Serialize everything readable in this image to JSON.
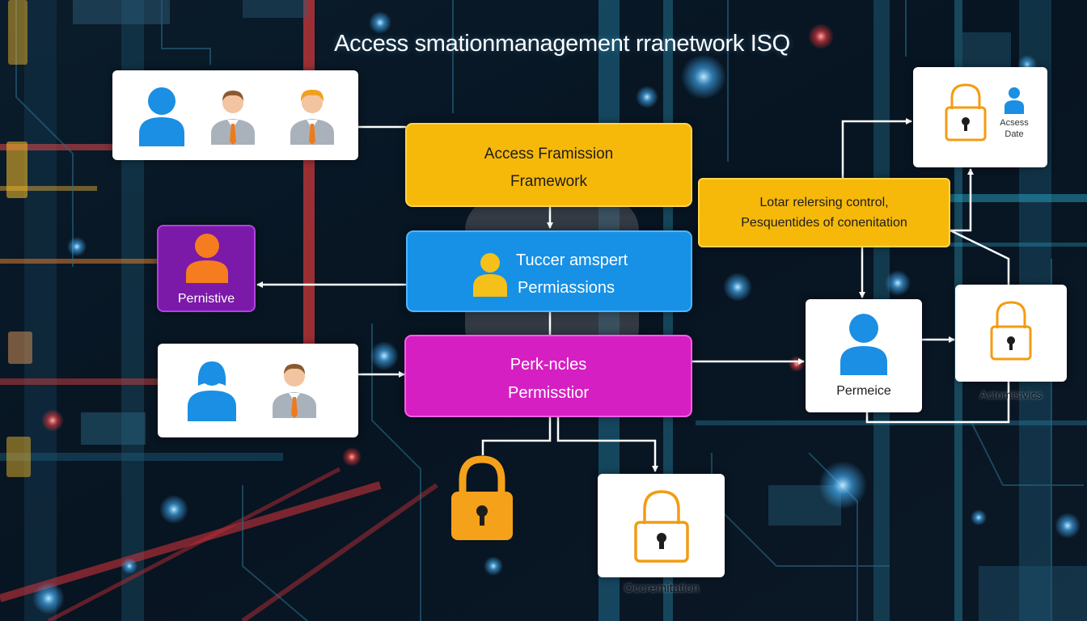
{
  "title": "Access smationmanagement rranetwork ISQ",
  "nodes": {
    "framework": {
      "line1": "Access Framission",
      "line2": "Framework"
    },
    "permissions": {
      "line1": "Tuccer amspert",
      "line2": "Permiassions"
    },
    "permission_core": {
      "line1": "Perk-ncles",
      "line2": "Permisstior"
    },
    "permissive": {
      "label": "Pernistive"
    },
    "control": {
      "line1": "Lotar relersing control,",
      "line2": "Pesquentides of conenitation"
    },
    "access_date": {
      "line1": "Acsess",
      "line2": "Date"
    },
    "permeice": {
      "label": "Permeice"
    },
    "actomisivics": {
      "label": "Actomisivics"
    },
    "occremitation": {
      "label": "Occremitation"
    }
  },
  "colors": {
    "yellow": "#f6b90a",
    "blue": "#1691e6",
    "magenta": "#d51fc2",
    "purple": "#7b1aa8",
    "orange": "#f39c12",
    "person_blue": "#1a8fe3"
  }
}
